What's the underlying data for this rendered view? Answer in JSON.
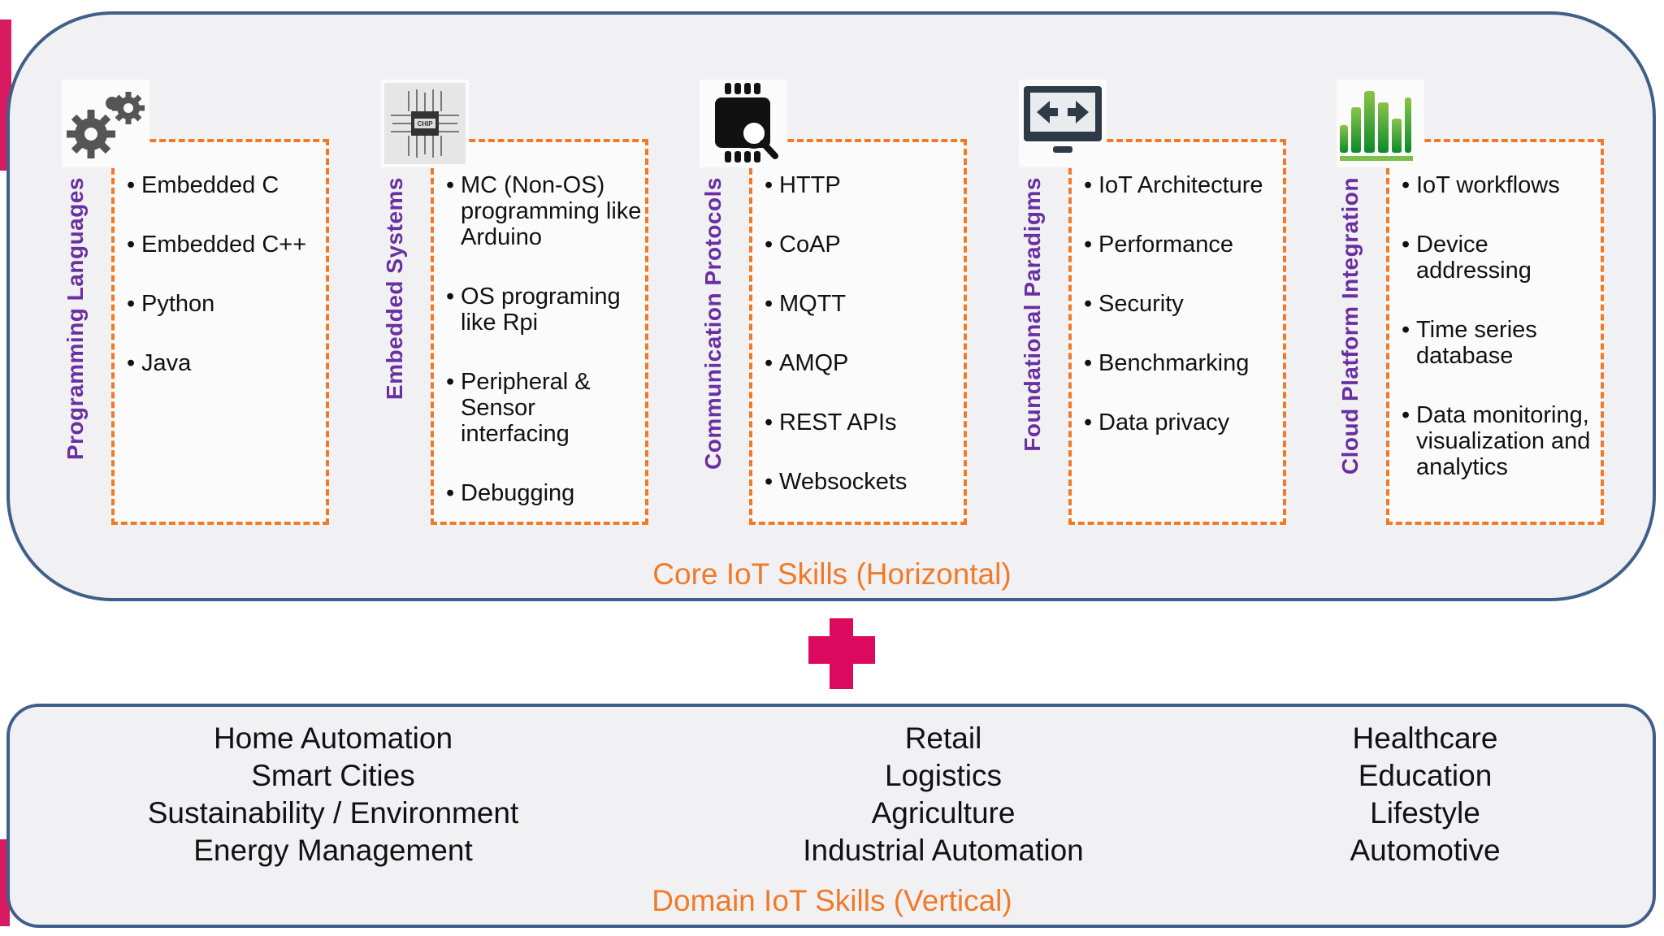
{
  "core": {
    "title": "Core IoT Skills (Horizontal)",
    "columns": [
      {
        "label": "Programming Languages",
        "icon": "gears-icon",
        "items": [
          "Embedded C",
          "Embedded C++",
          "Python",
          "Java"
        ]
      },
      {
        "label": "Embedded Systems",
        "icon": "chip-icon",
        "items": [
          "MC (Non-OS) programming like Arduino",
          "OS programing like Rpi",
          "Peripheral & Sensor interfacing",
          "Debugging"
        ]
      },
      {
        "label": "Communication Protocols",
        "icon": "chip-search-icon",
        "items": [
          "HTTP",
          "CoAP",
          "MQTT",
          "AMQP",
          "REST APIs",
          "Websockets"
        ]
      },
      {
        "label": "Foundational Paradigms",
        "icon": "monitor-arrows-icon",
        "items": [
          "IoT Architecture",
          "Performance",
          "Security",
          "Benchmarking",
          "Data privacy"
        ]
      },
      {
        "label": "Cloud Platform Integration",
        "icon": "bar-chart-icon",
        "items": [
          "IoT workflows",
          "Device addressing",
          "Time series database",
          "Data monitoring, visualization and analytics"
        ]
      }
    ]
  },
  "plus_icon": "plus-icon",
  "domain": {
    "title": "Domain IoT Skills (Vertical)",
    "columns": [
      [
        "Home Automation",
        "Smart Cities",
        "Sustainability / Environment",
        "Energy Management"
      ],
      [
        "Retail",
        "Logistics",
        "Agriculture",
        "Industrial Automation"
      ],
      [
        "Healthcare",
        "Education",
        "Lifestyle",
        "Automotive"
      ]
    ]
  },
  "colors": {
    "accent_orange": "#f07a2a",
    "label_purple": "#6a2fa0",
    "plus_pink": "#dc0a5f",
    "panel_border": "#3f5f8a"
  }
}
